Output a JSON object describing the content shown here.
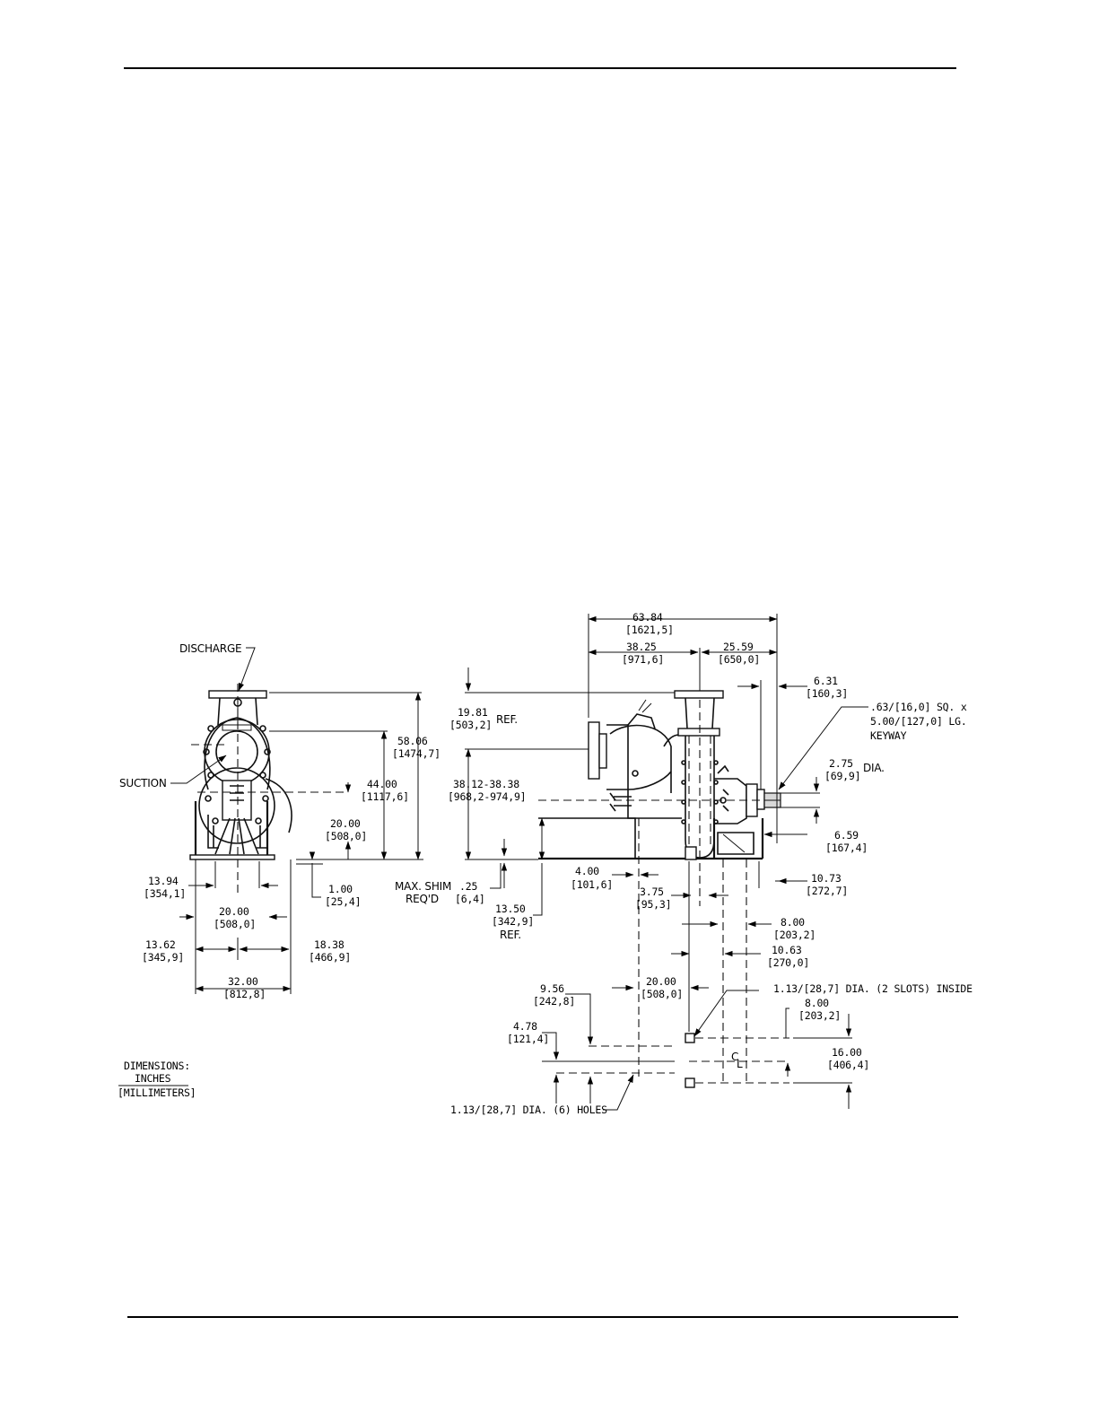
{
  "labels": {
    "discharge": "DISCHARGE",
    "suction": "SUCTION",
    "ref": "REF.",
    "dia": "DIA.",
    "keyway_1": ".63/[16,0] SQ. x",
    "keyway_2": "5.00/[127,0] LG.",
    "keyway_3": "KEYWAY",
    "shim_1": "MAX. SHIM",
    "shim_2": "REQ'D",
    "slots": "1.13/[28,7] DIA. (2  SLOTS) INSIDE",
    "holes": "1.13/[28,7] DIA. (6) HOLES",
    "cl_c": "C",
    "cl_l": "L"
  },
  "legend": {
    "title": "DIMENSIONS:",
    "num": "INCHES",
    "den": "[MILLIMETERS]"
  },
  "dims": {
    "d5806": {
      "in": "58.06",
      "mm": "[1474,7]"
    },
    "d4400": {
      "in": "44.00",
      "mm": "[1117,6]"
    },
    "d2000a": {
      "in": "20.00",
      "mm": "[508,0]"
    },
    "d100": {
      "in": "1.00",
      "mm": "[25,4]"
    },
    "d1394": {
      "in": "13.94",
      "mm": "[354,1]"
    },
    "d2000b": {
      "in": "20.00",
      "mm": "[508,0]"
    },
    "d1362": {
      "in": "13.62",
      "mm": "[345,9]"
    },
    "d1838": {
      "in": "18.38",
      "mm": "[466,9]"
    },
    "d3200": {
      "in": "32.00",
      "mm": "[812,8]"
    },
    "d6384": {
      "in": "63.84",
      "mm": "[1621,5]"
    },
    "d3825": {
      "in": "38.25",
      "mm": "[971,6]"
    },
    "d2559": {
      "in": "25.59",
      "mm": "[650,0]"
    },
    "d631": {
      "in": "6.31",
      "mm": "[160,3]"
    },
    "d1981": {
      "in": "19.81",
      "mm": "[503,2]"
    },
    "d3812": {
      "in": "38.12-38.38",
      "mm": "[968,2-974,9]"
    },
    "d275": {
      "in": "2.75",
      "mm": "[69,9]"
    },
    "d659": {
      "in": "6.59",
      "mm": "[167,4]"
    },
    "d1073": {
      "in": "10.73",
      "mm": "[272,7]"
    },
    "d025": {
      "in": ".25",
      "mm": "[6,4]"
    },
    "d1350": {
      "in": "13.50",
      "mm": "[342,9]"
    },
    "d400": {
      "in": "4.00",
      "mm": "[101,6]"
    },
    "d375": {
      "in": "3.75",
      "mm": "[95,3]"
    },
    "d800a": {
      "in": "8.00",
      "mm": "[203,2]"
    },
    "d1063": {
      "in": "10.63",
      "mm": "[270,0]"
    },
    "d2000c": {
      "in": "20.00",
      "mm": "[508,0]"
    },
    "d956": {
      "in": "9.56",
      "mm": "[242,8]"
    },
    "d478": {
      "in": "4.78",
      "mm": "[121,4]"
    },
    "d800b": {
      "in": "8.00",
      "mm": "[203,2]"
    },
    "d1600": {
      "in": "16.00",
      "mm": "[406,4]"
    }
  }
}
